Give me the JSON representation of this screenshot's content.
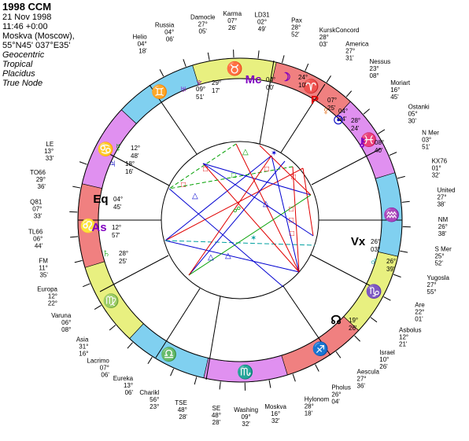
{
  "header": {
    "title": "1998 CCM",
    "date": "21 Nov 1998",
    "time": "11:46 +0:00",
    "place": "Moskva (Moscow),",
    "coords": "55°N45' 037°E35'",
    "zodiac": "Geocentric",
    "mode": "Tropical",
    "houses": "Placidus",
    "node": "True Node"
  },
  "colors": {
    "fire_sign": "#f08080",
    "earth_sign": "#e8f080",
    "air_sign": "#80d0f0",
    "water_sign": "#e090f0",
    "aspect_red": "#e00000",
    "aspect_blue": "#0000d0",
    "aspect_green": "#00a000"
  },
  "outer_labels": [
    {
      "name": "Helio",
      "deg": "04°",
      "min": "18'"
    },
    {
      "name": "Russia",
      "deg": "04°",
      "min": "06'"
    },
    {
      "name": "Damocle",
      "deg": "27°",
      "min": "05'"
    },
    {
      "name": "Karma",
      "deg": "07°",
      "min": "26'"
    },
    {
      "name": "LD31",
      "deg": "02°",
      "min": "49'"
    },
    {
      "name": "Pax",
      "deg": "28°",
      "min": "52'"
    },
    {
      "name": "KurskConcord",
      "deg": "28°",
      "min": "03'"
    },
    {
      "name": "America",
      "deg": "27°",
      "min": "31'"
    },
    {
      "name": "Nessus",
      "deg": "23°",
      "min": "08°"
    },
    {
      "name": "Moriart",
      "deg": "16°",
      "min": "45'"
    },
    {
      "name": "Ostanki",
      "deg": "05°",
      "min": "30'"
    },
    {
      "name": "N Mer",
      "deg": "03°",
      "min": "51'"
    },
    {
      "name": "KX76",
      "deg": "01°",
      "min": "32'"
    },
    {
      "name": "United",
      "deg": "27°",
      "min": "38'"
    },
    {
      "name": "NM",
      "deg": "26°",
      "min": "38'"
    },
    {
      "name": "S Mer",
      "deg": "25°",
      "min": "52'"
    },
    {
      "name": "Yugosla",
      "deg": "27°",
      "min": "55°"
    },
    {
      "name": "Are",
      "deg": "22°",
      "min": "01'"
    },
    {
      "name": "Asbolus",
      "deg": "12°",
      "min": "21'"
    },
    {
      "name": "Israel",
      "deg": "10°",
      "min": "26'"
    },
    {
      "name": "Aescula",
      "deg": "27°",
      "min": "36'"
    },
    {
      "name": "Pholus",
      "deg": "26°",
      "min": "04'"
    },
    {
      "name": "Hylonom",
      "deg": "28°",
      "min": "18'"
    },
    {
      "name": "Moskva",
      "deg": "16°",
      "min": "32'"
    },
    {
      "name": "Washing",
      "deg": "09°",
      "min": "32'"
    },
    {
      "name": "SE",
      "deg": "48°",
      "min": "28'"
    },
    {
      "name": "TSE",
      "deg": "48°",
      "min": "28'"
    },
    {
      "name": "Charikl",
      "deg": "56°",
      "min": "23°"
    },
    {
      "name": "Eureka",
      "deg": "13°",
      "min": "06'"
    },
    {
      "name": "Lacrimo",
      "deg": "07°",
      "min": "06'"
    },
    {
      "name": "Asia",
      "deg": "31°",
      "min": "16°"
    },
    {
      "name": "Varuna",
      "deg": "06°",
      "min": "08°"
    },
    {
      "name": "Europa",
      "deg": "12°",
      "min": "22°"
    },
    {
      "name": "FM",
      "deg": "11°",
      "min": "35'"
    },
    {
      "name": "TL66",
      "deg": "06°",
      "min": "44'"
    },
    {
      "name": "Q81",
      "deg": "07°",
      "min": "33'"
    },
    {
      "name": "TO66",
      "deg": "29°",
      "min": "36'"
    },
    {
      "name": "LE",
      "deg": "13°",
      "min": "33'"
    }
  ],
  "inner_labels": [
    {
      "id": "uranus",
      "glyph": "♅",
      "deg": "09°",
      "min": "51'"
    },
    {
      "id": "neptune",
      "glyph": "♆",
      "deg": "29°",
      "min": "17'"
    },
    {
      "id": "mc",
      "glyph": "Mc",
      "deg": "04°",
      "min": "00'"
    },
    {
      "id": "moon",
      "glyph": "☽",
      "deg": "24°",
      "min": "10'"
    },
    {
      "id": "pluto",
      "glyph": "P",
      "deg": "07°",
      "min": "25'"
    },
    {
      "id": "venus",
      "glyph": "♀",
      "deg": "04°",
      "min": "34'"
    },
    {
      "id": "sun",
      "glyph": "☉",
      "deg": "28°",
      "min": "24'"
    },
    {
      "id": "mercury",
      "glyph": "☿",
      "deg": "12°",
      "min": "48'"
    },
    {
      "id": "jupiter",
      "glyph": "♃",
      "deg": "18°",
      "min": "16'"
    },
    {
      "id": "mars",
      "glyph": "♂",
      "deg": "26°",
      "min": "39'"
    },
    {
      "id": "saturn",
      "glyph": "♄",
      "deg": "28°",
      "min": "25'"
    },
    {
      "id": "chiron",
      "glyph": "⚷",
      "deg": "08°",
      "min": "40'"
    },
    {
      "id": "node",
      "glyph": "☊",
      "deg": "19°",
      "min": "26'"
    },
    {
      "id": "vertex",
      "glyph": "Vx",
      "deg": "26°",
      "min": "03°"
    },
    {
      "id": "eq",
      "glyph": "Eq",
      "deg": "04°",
      "min": "45'"
    },
    {
      "id": "asc",
      "glyph": "As",
      "deg": "12°",
      "min": "57'"
    }
  ],
  "signs": [
    "♈",
    "♉",
    "♊",
    "♋",
    "♌",
    "♍",
    "♎",
    "♏",
    "♐",
    "♑",
    "♒",
    "♓"
  ]
}
